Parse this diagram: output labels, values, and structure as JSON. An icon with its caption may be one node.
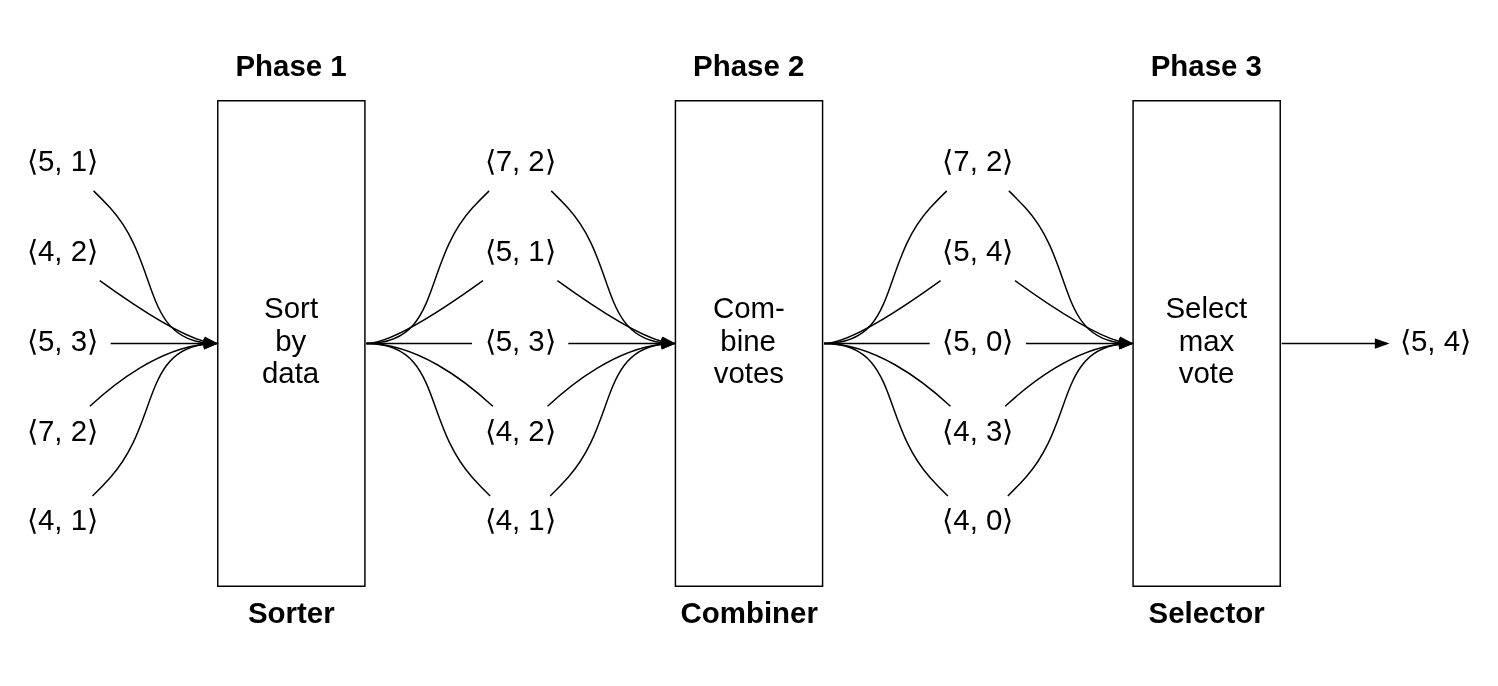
{
  "diagram": {
    "nodes": [
      {
        "text": [
          "⟨5, 1⟩"
        ]
      },
      {
        "text": [
          "⟨4, 2⟩"
        ]
      },
      {
        "text": [
          "⟨5, 3⟩"
        ]
      },
      {
        "text": [
          "⟨7, 2⟩"
        ]
      },
      {
        "text": [
          "⟨4, 1⟩"
        ]
      },
      {
        "text": [
          "Phase 1",
          "Sort by data"
        ],
        "beside": [
          "Sorter"
        ]
      },
      {
        "text": [
          "⟨7, 2⟩"
        ]
      },
      {
        "text": [
          "⟨5, 1⟩"
        ]
      },
      {
        "text": [
          "⟨5, 3⟩"
        ]
      },
      {
        "text": [
          "⟨4, 2⟩"
        ]
      },
      {
        "text": [
          "⟨4, 1⟩"
        ]
      },
      {
        "text": [
          "Phase 2",
          "Com- bine votes"
        ],
        "beside": [
          "Combiner"
        ]
      },
      {
        "text": [
          "⟨7, 2⟩"
        ]
      },
      {
        "text": [
          "⟨5, 4⟩"
        ]
      },
      {
        "text": [
          "⟨5, 0⟩"
        ]
      },
      {
        "text": [
          "⟨4, 3⟩"
        ]
      },
      {
        "text": [
          "⟨4, 0⟩"
        ]
      },
      {
        "text": [
          "Phase 3",
          "Select max vote"
        ],
        "beside": [
          "Selector"
        ]
      },
      {
        "text": [
          "⟨5, 4⟩"
        ]
      }
    ],
    "edges": [
      {
        "from": 0,
        "to": 5,
        "arrow": "to"
      },
      {
        "from": 1,
        "to": 5,
        "arrow": "to"
      },
      {
        "from": 2,
        "to": 5,
        "arrow": "to"
      },
      {
        "from": 3,
        "to": 5,
        "arrow": "to"
      },
      {
        "from": 4,
        "to": 5,
        "arrow": "to"
      },
      {
        "from": 5,
        "to": 6,
        "arrow": "none"
      },
      {
        "from": 5,
        "to": 7,
        "arrow": "none"
      },
      {
        "from": 5,
        "to": 8,
        "arrow": "none"
      },
      {
        "from": 5,
        "to": 9,
        "arrow": "none"
      },
      {
        "from": 5,
        "to": 10,
        "arrow": "none"
      },
      {
        "from": 6,
        "to": 11,
        "arrow": "to"
      },
      {
        "from": 7,
        "to": 11,
        "arrow": "to"
      },
      {
        "from": 8,
        "to": 11,
        "arrow": "to"
      },
      {
        "from": 9,
        "to": 11,
        "arrow": "to"
      },
      {
        "from": 10,
        "to": 11,
        "arrow": "to"
      },
      {
        "from": 11,
        "to": 12,
        "arrow": "none"
      },
      {
        "from": 11,
        "to": 13,
        "arrow": "none"
      },
      {
        "from": 11,
        "to": 14,
        "arrow": "none"
      },
      {
        "from": 11,
        "to": 15,
        "arrow": "none"
      },
      {
        "from": 11,
        "to": 16,
        "arrow": "none"
      },
      {
        "from": 12,
        "to": 17,
        "arrow": "to"
      },
      {
        "from": 13,
        "to": 17,
        "arrow": "to"
      },
      {
        "from": 14,
        "to": 17,
        "arrow": "to"
      },
      {
        "from": 15,
        "to": 17,
        "arrow": "to"
      },
      {
        "from": 16,
        "to": 17,
        "arrow": "to"
      },
      {
        "from": 17,
        "to": 18,
        "arrow": "to"
      }
    ]
  }
}
